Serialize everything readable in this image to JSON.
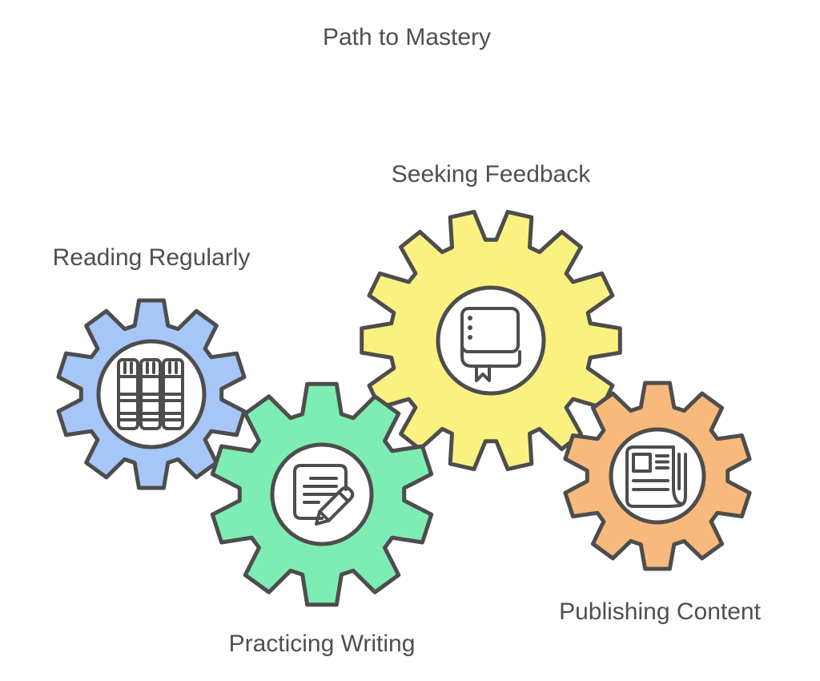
{
  "title": "Path to Mastery",
  "colors": {
    "background": "#ffffff",
    "outline": "#4d4d4d",
    "text": "#4f4f4f",
    "reading_blue": "#a6c6f7",
    "feedback_yellow": "#faf181",
    "writing_green": "#7dedb3",
    "publishing_orange": "#f8b97c"
  },
  "gears": {
    "reading": {
      "label": "Reading Regularly",
      "color": "#a6c6f7",
      "icon": "books-icon"
    },
    "feedback": {
      "label": "Seeking Feedback",
      "color": "#faf181",
      "icon": "notebook-icon"
    },
    "writing": {
      "label": "Practicing Writing",
      "color": "#7dedb3",
      "icon": "document-pencil-icon"
    },
    "publishing": {
      "label": "Publishing Content",
      "color": "#f8b97c",
      "icon": "newspaper-icon"
    }
  }
}
